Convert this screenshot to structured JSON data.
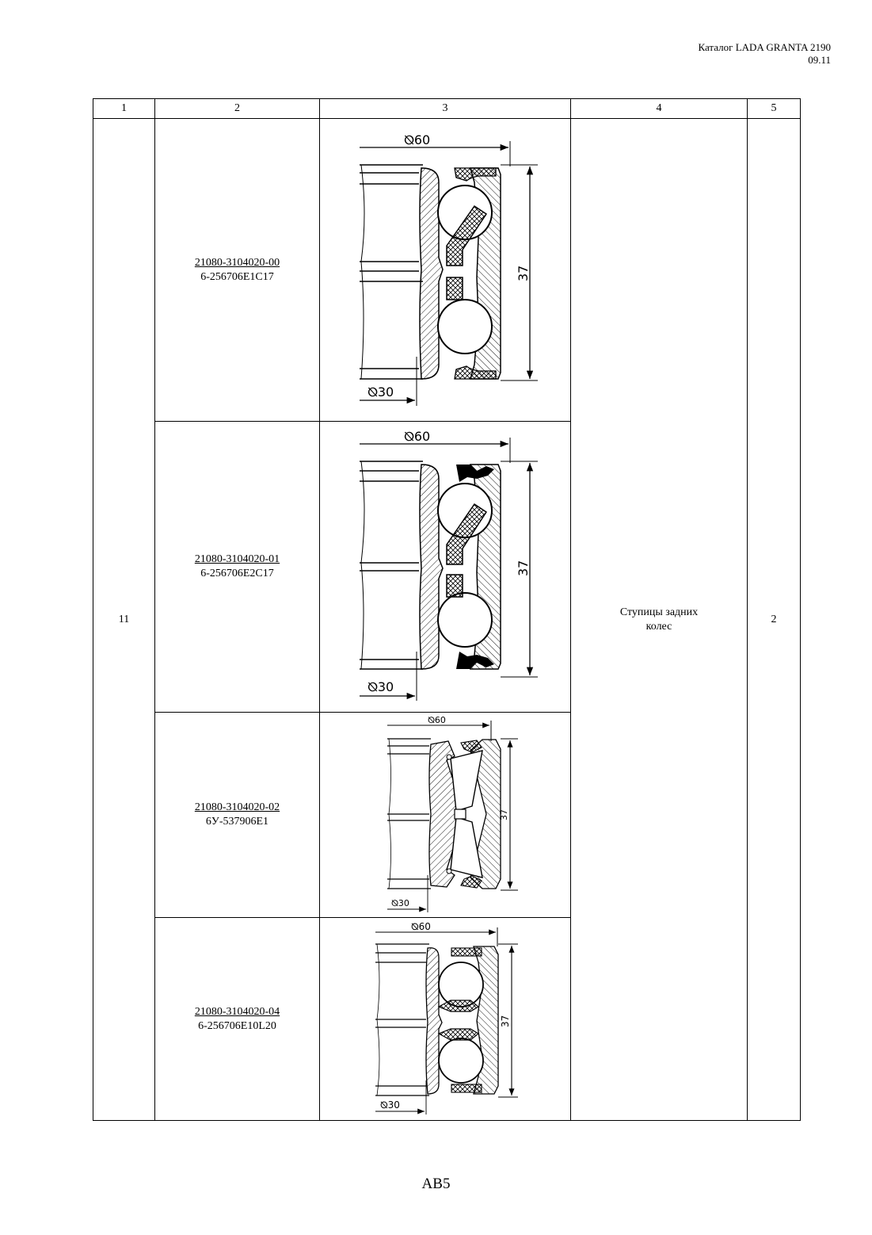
{
  "header": {
    "catalog": "Каталог LADA GRANTA 2190",
    "date": "09.11"
  },
  "table": {
    "columns": [
      "1",
      "2",
      "3",
      "4",
      "5"
    ],
    "position": "11",
    "name": "Ступицы задних колес",
    "quantity": "2",
    "rows": [
      {
        "part_no": "21080-3104020-00",
        "alt_no": "6-256706Е1С17",
        "drawing": {
          "type": "double-row ball bearing, caged, oil seals",
          "outer_dim": "60",
          "inner_dim": "30",
          "width_dim": "37"
        }
      },
      {
        "part_no": "21080-3104020-01",
        "alt_no": "6-256706Е2С17",
        "drawing": {
          "type": "double-row ball bearing, caged, rubber seals",
          "outer_dim": "60",
          "inner_dim": "30",
          "width_dim": "37"
        }
      },
      {
        "part_no": "21080-3104020-02",
        "alt_no": "6У-537906Е1",
        "drawing": {
          "type": "double-row tapered roller bearing",
          "outer_dim": "60",
          "inner_dim": "30",
          "width_dim": "37"
        }
      },
      {
        "part_no": "21080-3104020-04",
        "alt_no": "6-256706Е10L20",
        "drawing": {
          "type": "double-row ball bearing, plastic cage, seals",
          "outer_dim": "60",
          "inner_dim": "30",
          "width_dim": "37"
        }
      }
    ]
  },
  "footer": {
    "page": "АВ5"
  }
}
